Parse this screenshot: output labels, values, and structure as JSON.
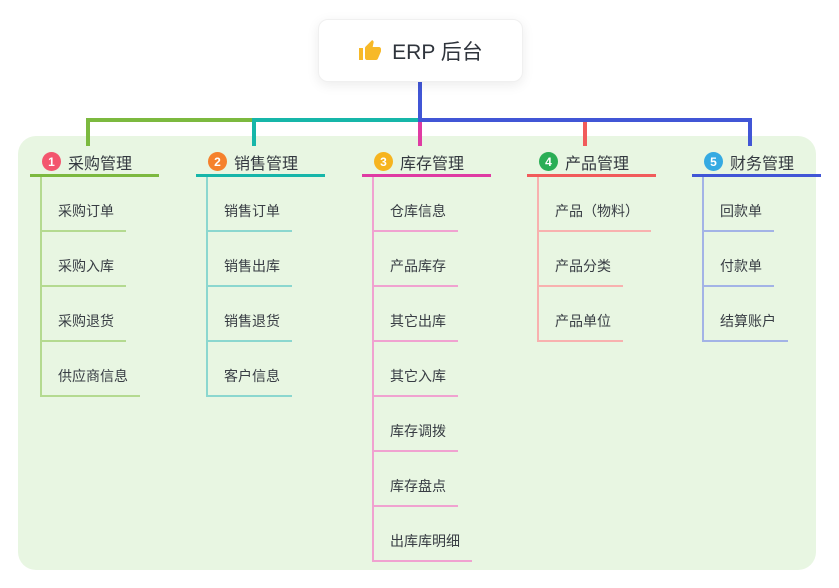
{
  "root": {
    "label": "ERP 后台",
    "icon": "thumbs-up"
  },
  "palette": {
    "panel_bg": "#e8f6e2",
    "connector_blue": "#4156d6",
    "root_text": "#2f343c",
    "thumb_yellow": "#f7b928"
  },
  "branches": [
    {
      "number": "1",
      "label": "采购管理",
      "badge_color": "#f3566e",
      "line_color": "#7cb93f",
      "child_line_color": "#b4da90",
      "children": [
        "采购订单",
        "采购入库",
        "采购退货",
        "供应商信息"
      ]
    },
    {
      "number": "2",
      "label": "销售管理",
      "badge_color": "#f5812c",
      "line_color": "#16b6a9",
      "child_line_color": "#8bd7cf",
      "children": [
        "销售订单",
        "销售出库",
        "销售退货",
        "客户信息"
      ]
    },
    {
      "number": "3",
      "label": "库存管理",
      "badge_color": "#f6b41f",
      "line_color": "#df3ba3",
      "child_line_color": "#f0a2d0",
      "children": [
        "仓库信息",
        "产品库存",
        "其它出库",
        "其它入库",
        "库存调拨",
        "库存盘点",
        "出库库明细"
      ]
    },
    {
      "number": "4",
      "label": "产品管理",
      "badge_color": "#2aae55",
      "line_color": "#f15b5b",
      "child_line_color": "#f8b1af",
      "children": [
        "产品（物料）",
        "产品分类",
        "产品单位"
      ]
    },
    {
      "number": "5",
      "label": "财务管理",
      "badge_color": "#35aae2",
      "line_color": "#4156d6",
      "child_line_color": "#a3b3e6",
      "children": [
        "回款单",
        "付款单",
        "结算账户"
      ]
    }
  ]
}
